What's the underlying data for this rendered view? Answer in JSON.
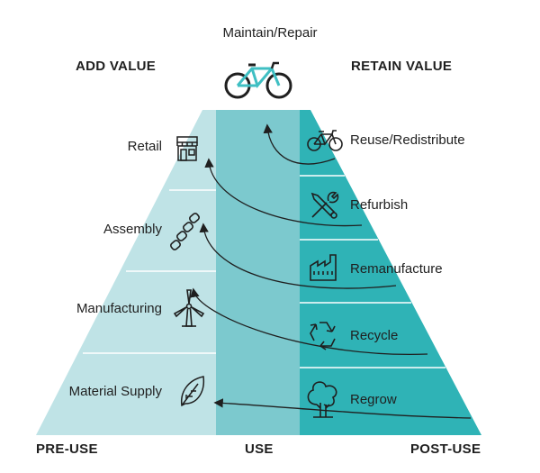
{
  "title": "Maintain/Repair",
  "headers": {
    "add_value": "ADD VALUE",
    "retain_value": "RETAIN VALUE"
  },
  "footer": {
    "pre_use": "PRE-USE",
    "use": "USE",
    "post_use": "POST-USE"
  },
  "pre_use_stages": [
    {
      "label": "Retail",
      "icon": "shop-icon"
    },
    {
      "label": "Assembly",
      "icon": "chain-icon"
    },
    {
      "label": "Manufacturing",
      "icon": "wind-turbine-icon"
    },
    {
      "label": "Material Supply",
      "icon": "leaf-icon"
    }
  ],
  "post_use_stages": [
    {
      "label": "Reuse/Redistribute",
      "icon": "bicycle-icon"
    },
    {
      "label": "Refurbish",
      "icon": "tools-icon"
    },
    {
      "label": "Remanufacture",
      "icon": "factory-icon"
    },
    {
      "label": "Recycle",
      "icon": "recycle-icon"
    },
    {
      "label": "Regrow",
      "icon": "tree-icon"
    }
  ],
  "top_icon": "road-bike-icon",
  "colors": {
    "pre_use": "#bfe3e6",
    "use": "#7cc9ce",
    "post_use": "#2fb3b6",
    "text": "#1f1f1f",
    "bike_frame": "#3fbfc3"
  }
}
